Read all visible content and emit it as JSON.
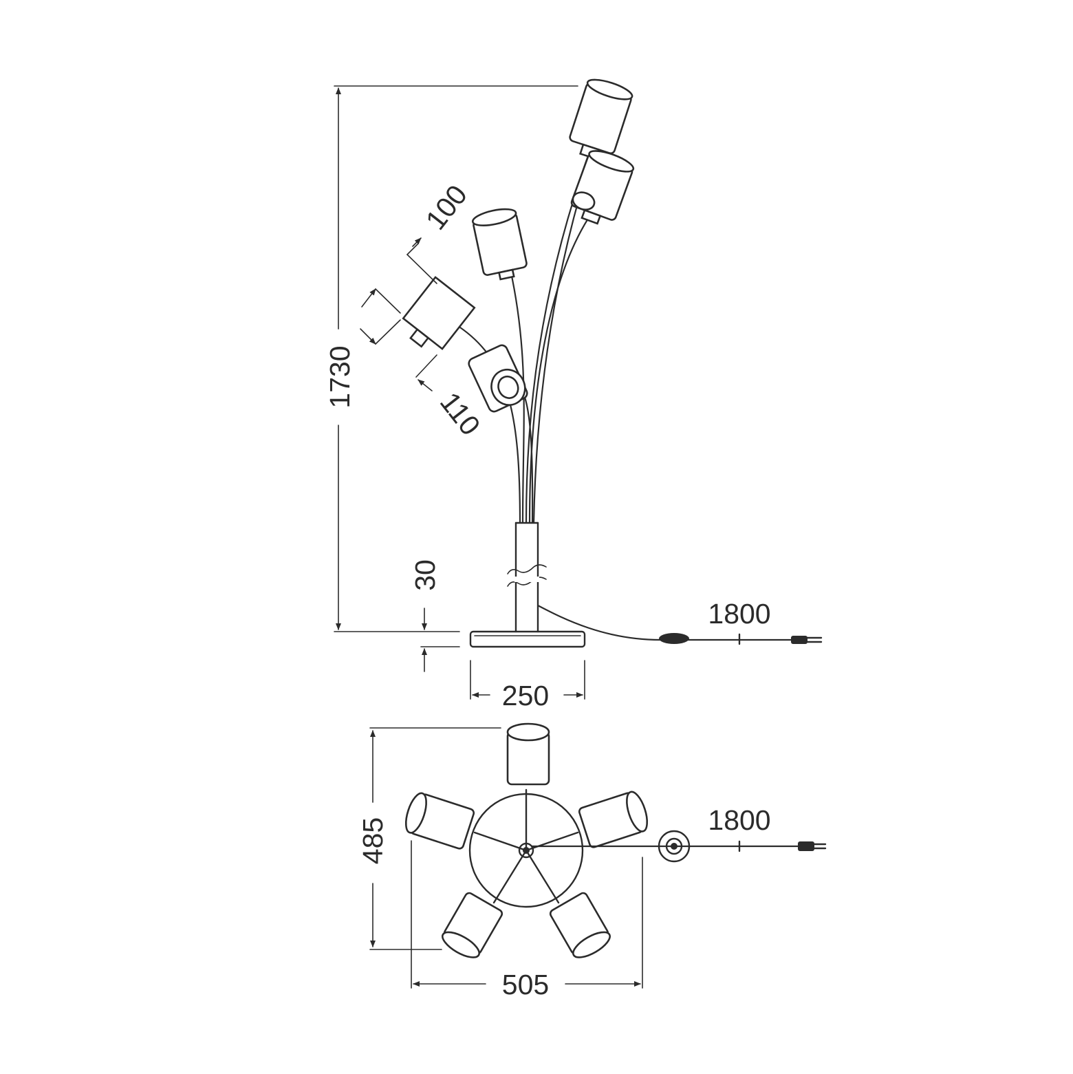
{
  "drawing": {
    "side_view": {
      "total_height": "1730",
      "shade_diameter": "100",
      "shade_length": "110",
      "base_thickness": "30",
      "base_diameter": "250",
      "cable_length": "1800"
    },
    "top_view": {
      "depth": "485",
      "width": "505",
      "cable_length": "1800"
    },
    "colors": {
      "line": "#2b2b2b",
      "background": "#ffffff"
    }
  }
}
